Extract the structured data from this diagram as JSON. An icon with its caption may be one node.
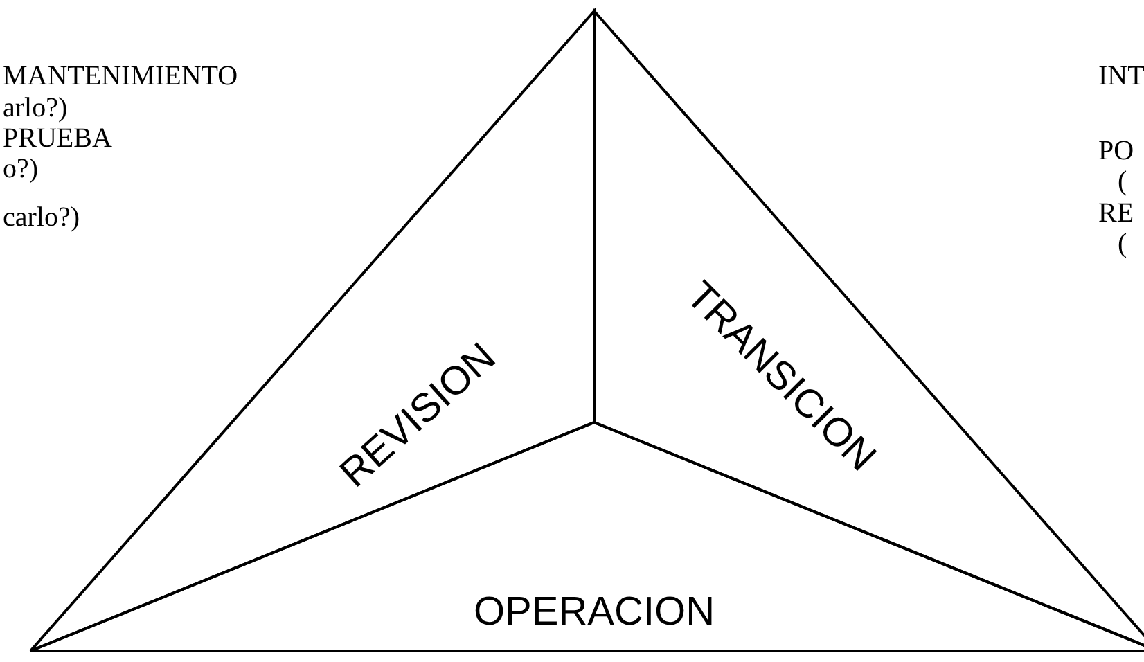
{
  "diagram": {
    "nodes": [
      {
        "text": [
          "REVISION"
        ]
      },
      {
        "text": [
          "TRANSICION"
        ]
      },
      {
        "text": [
          "OPERACION"
        ]
      }
    ],
    "edges": [],
    "labels": [
      "MANTENIMIENTO",
      "INT",
      "arlo?)",
      "PRUEBA",
      "PO",
      "o?)",
      "(",
      "carlo?)",
      "RE",
      "("
    ]
  }
}
